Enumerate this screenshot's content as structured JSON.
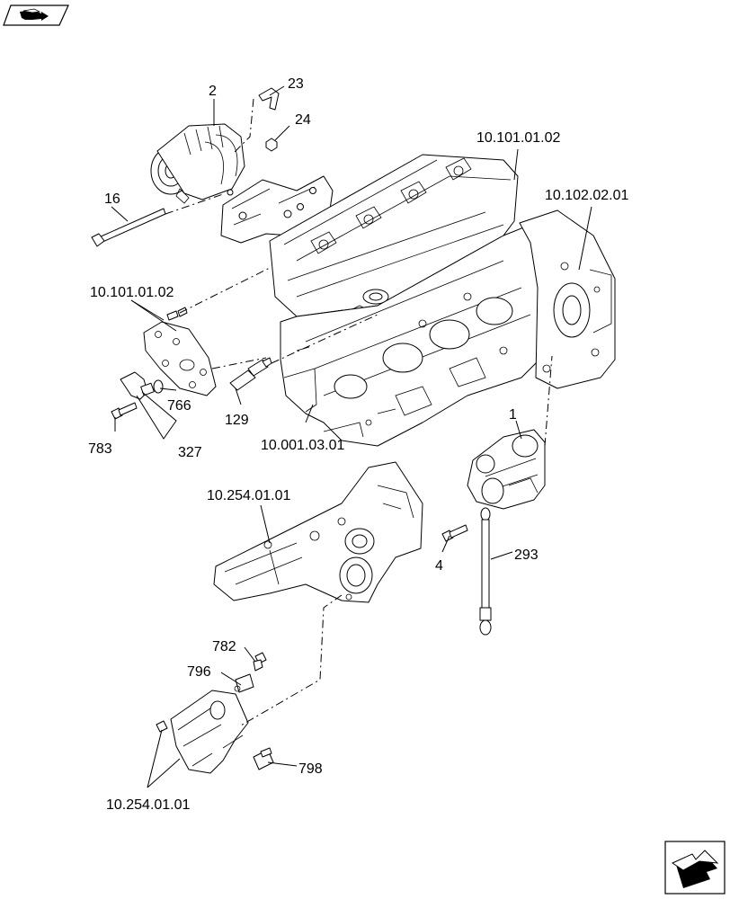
{
  "diagram": {
    "callouts": {
      "c_2": "2",
      "c_23": "23",
      "c_24": "24",
      "c_16": "16",
      "c_head_top": "10.101.01.02",
      "c_head_left": "10.101.01.02",
      "c_flywheel": "10.102.02.01",
      "c_block": "10.001.03.01",
      "c_766": "766",
      "c_129": "129",
      "c_783": "783",
      "c_327": "327",
      "c_1": "1",
      "c_manifold": "10.254.01.01",
      "c_4": "4",
      "c_293": "293",
      "c_782": "782",
      "c_796": "796",
      "c_798": "798",
      "c_outlet": "10.254.01.01"
    }
  },
  "icons": {
    "top_nav": "back-arrow-icon",
    "bottom_nav": "next-page-icon"
  }
}
